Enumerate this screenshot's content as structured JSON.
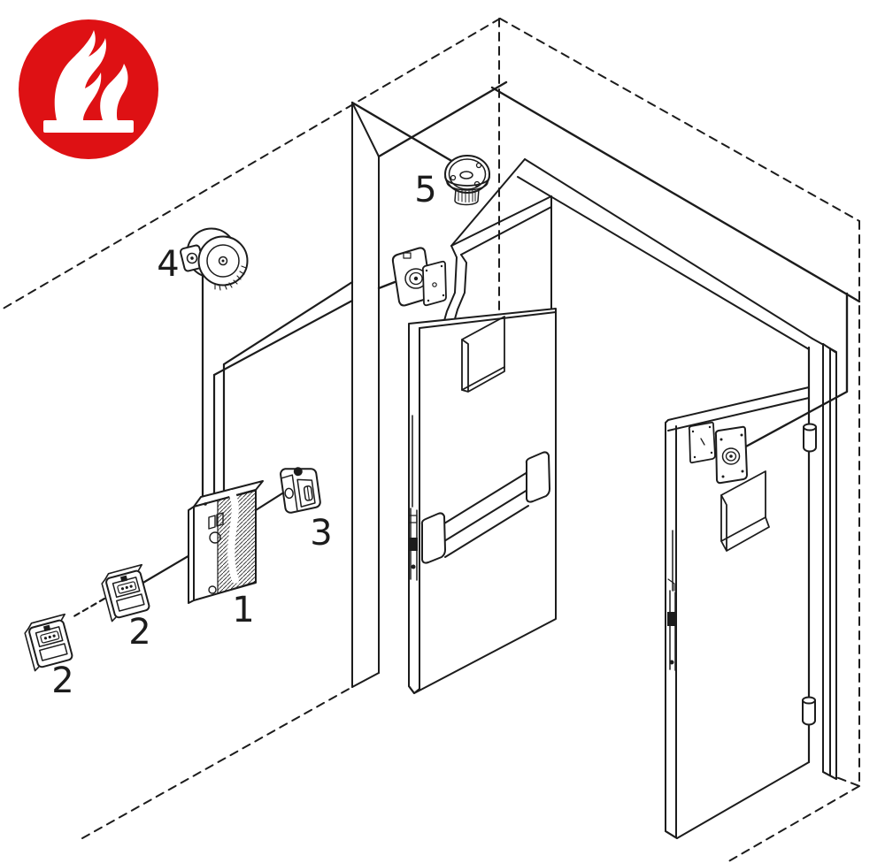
{
  "diagram": {
    "background": "#ffffff",
    "line_color": "#1c1c1c",
    "badge": {
      "icon": "fire-flame-icon",
      "color": "#de1114",
      "glyph_color": "#ffffff"
    },
    "labels": [
      {
        "text": "1"
      },
      {
        "text": "2"
      },
      {
        "text": "2"
      },
      {
        "text": "3"
      },
      {
        "text": "4"
      },
      {
        "text": "5"
      }
    ]
  }
}
